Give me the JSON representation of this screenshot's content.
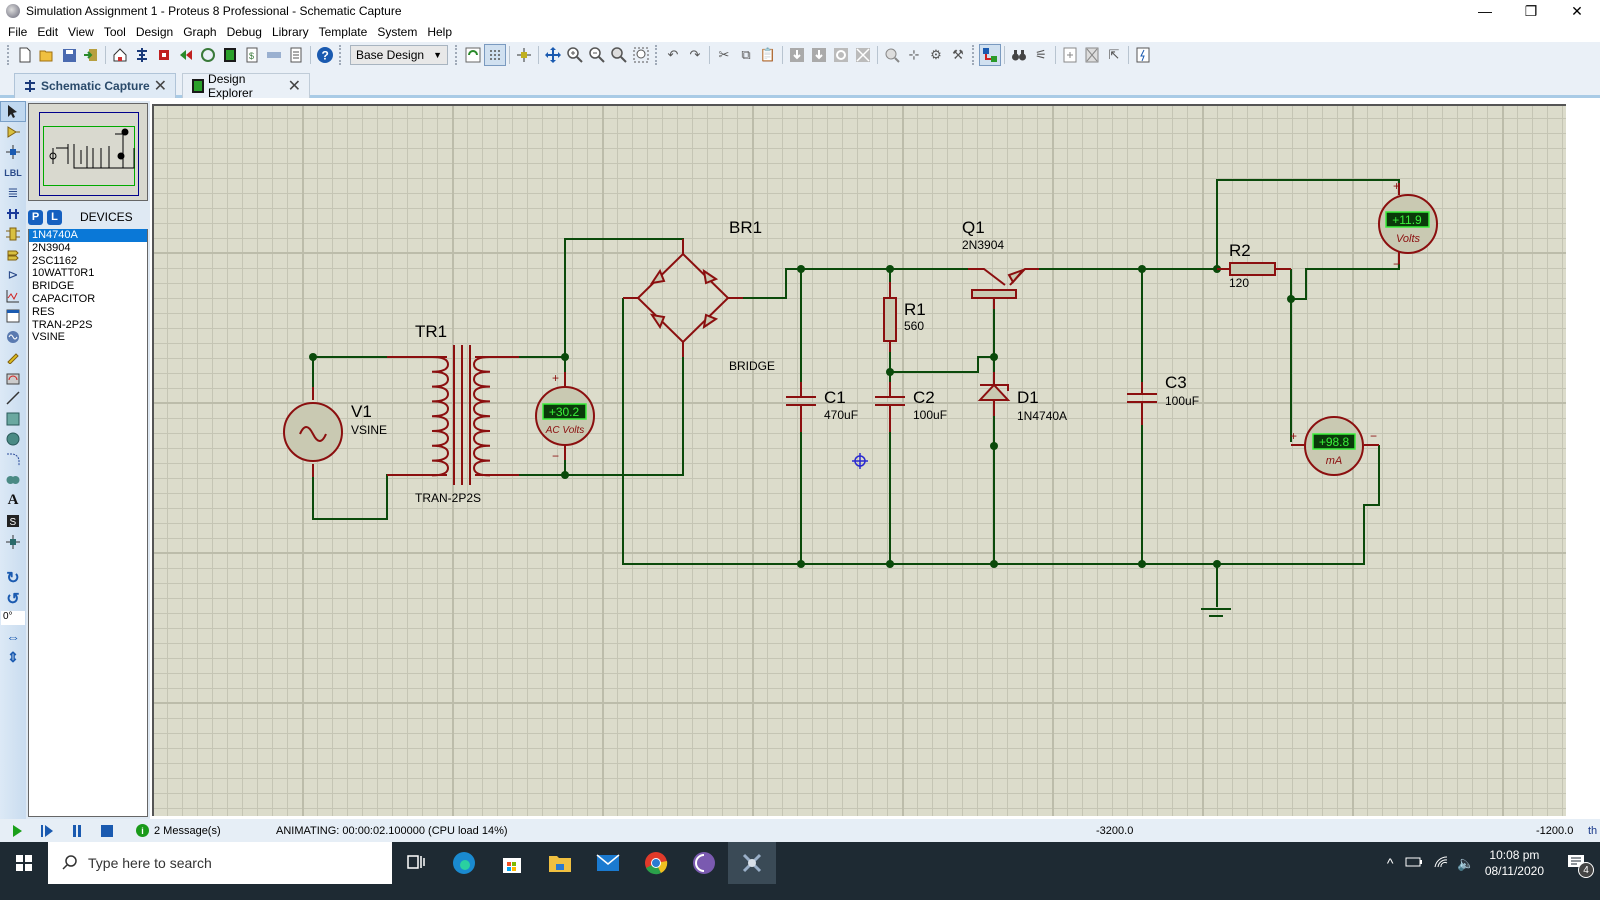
{
  "window": {
    "title": "Simulation Assignment 1 - Proteus 8 Professional - Schematic Capture",
    "controls": {
      "minimize": "—",
      "restore": "❐",
      "close": "✕"
    }
  },
  "menu": [
    "File",
    "Edit",
    "View",
    "Tool",
    "Design",
    "Graph",
    "Debug",
    "Library",
    "Template",
    "System",
    "Help"
  ],
  "toolbar": {
    "design_select": "Base Design",
    "icons": [
      "new-icon",
      "open-icon",
      "save-icon",
      "import-icon",
      "home-icon",
      "schematic-icon",
      "pcb-icon",
      "gerber-icon",
      "3d-viewer-icon",
      "design-explorer-icon",
      "bom-icon",
      "vsm-studio-icon",
      "notes-icon",
      "help-icon",
      "refresh-icon",
      "grid-icon",
      "origin-icon",
      "pan-icon",
      "zoom-in-icon",
      "zoom-out-icon",
      "zoom-all-icon",
      "zoom-area-icon",
      "undo-icon",
      "redo-icon",
      "cut-icon",
      "copy-icon",
      "paste-icon",
      "block-copy-icon",
      "block-move-icon",
      "block-rotate-icon",
      "block-delete-icon",
      "pick-parts-icon",
      "make-device-icon",
      "package-icon",
      "decompose-icon",
      "wire-autorouter-icon",
      "search-icon",
      "property-assign-icon",
      "new-sheet-icon",
      "remove-sheet-icon",
      "exit-to-parent-icon",
      "electrical-rule-check-icon"
    ]
  },
  "tabs": [
    {
      "label": "Schematic Capture",
      "active": true
    },
    {
      "label": "Design Explorer",
      "active": false
    }
  ],
  "side_panel": {
    "header": "DEVICES",
    "p_button": "P",
    "l_button": "L",
    "devices": [
      "1N4740A",
      "2N3904",
      "2SC1162",
      "10WATT0R1",
      "BRIDGE",
      "CAPACITOR",
      "RES",
      "TRAN-2P2S",
      "VSINE"
    ],
    "selected_device": "1N4740A",
    "rotation": "0°"
  },
  "schematic": {
    "components": {
      "V1": {
        "ref": "V1",
        "value": "VSINE"
      },
      "TR1": {
        "ref": "TR1",
        "value": "TRAN-2P2S"
      },
      "BR1": {
        "ref": "BR1",
        "value": "BRIDGE"
      },
      "C1": {
        "ref": "C1",
        "value": "470uF"
      },
      "C2": {
        "ref": "C2",
        "value": "100uF"
      },
      "C3": {
        "ref": "C3",
        "value": "100uF"
      },
      "R1": {
        "ref": "R1",
        "value": "560"
      },
      "R2": {
        "ref": "R2",
        "value": "120"
      },
      "Q1": {
        "ref": "Q1",
        "value": "2N3904"
      },
      "D1": {
        "ref": "D1",
        "value": "1N4740A"
      }
    },
    "meters": {
      "ac_voltmeter": {
        "reading": "+30.2",
        "unit": "AC Volts"
      },
      "dc_voltmeter": {
        "reading": "+11.9",
        "unit": "Volts"
      },
      "ammeter": {
        "reading": "+98.8",
        "unit": "mA"
      }
    },
    "pin_plus": "+",
    "pin_minus": "−"
  },
  "status": {
    "messages": "2 Message(s)",
    "animation": "ANIMATING: 00:00:02.100000 (CPU load 14%)",
    "coord_x": "-3200.0",
    "coord_y": "-1200.0",
    "coord_unit": "th"
  },
  "taskbar": {
    "search_placeholder": "Type here to search",
    "time": "10:08 pm",
    "date": "08/11/2020",
    "notifications": "4"
  },
  "colors": {
    "wire": "#0b4a0b",
    "component": "#8b0f0f",
    "component_fill": "#c9c9b2",
    "meter_display": "#0a3a0a",
    "meter_text": "#3af03a",
    "canvas": "#dcdccb"
  }
}
